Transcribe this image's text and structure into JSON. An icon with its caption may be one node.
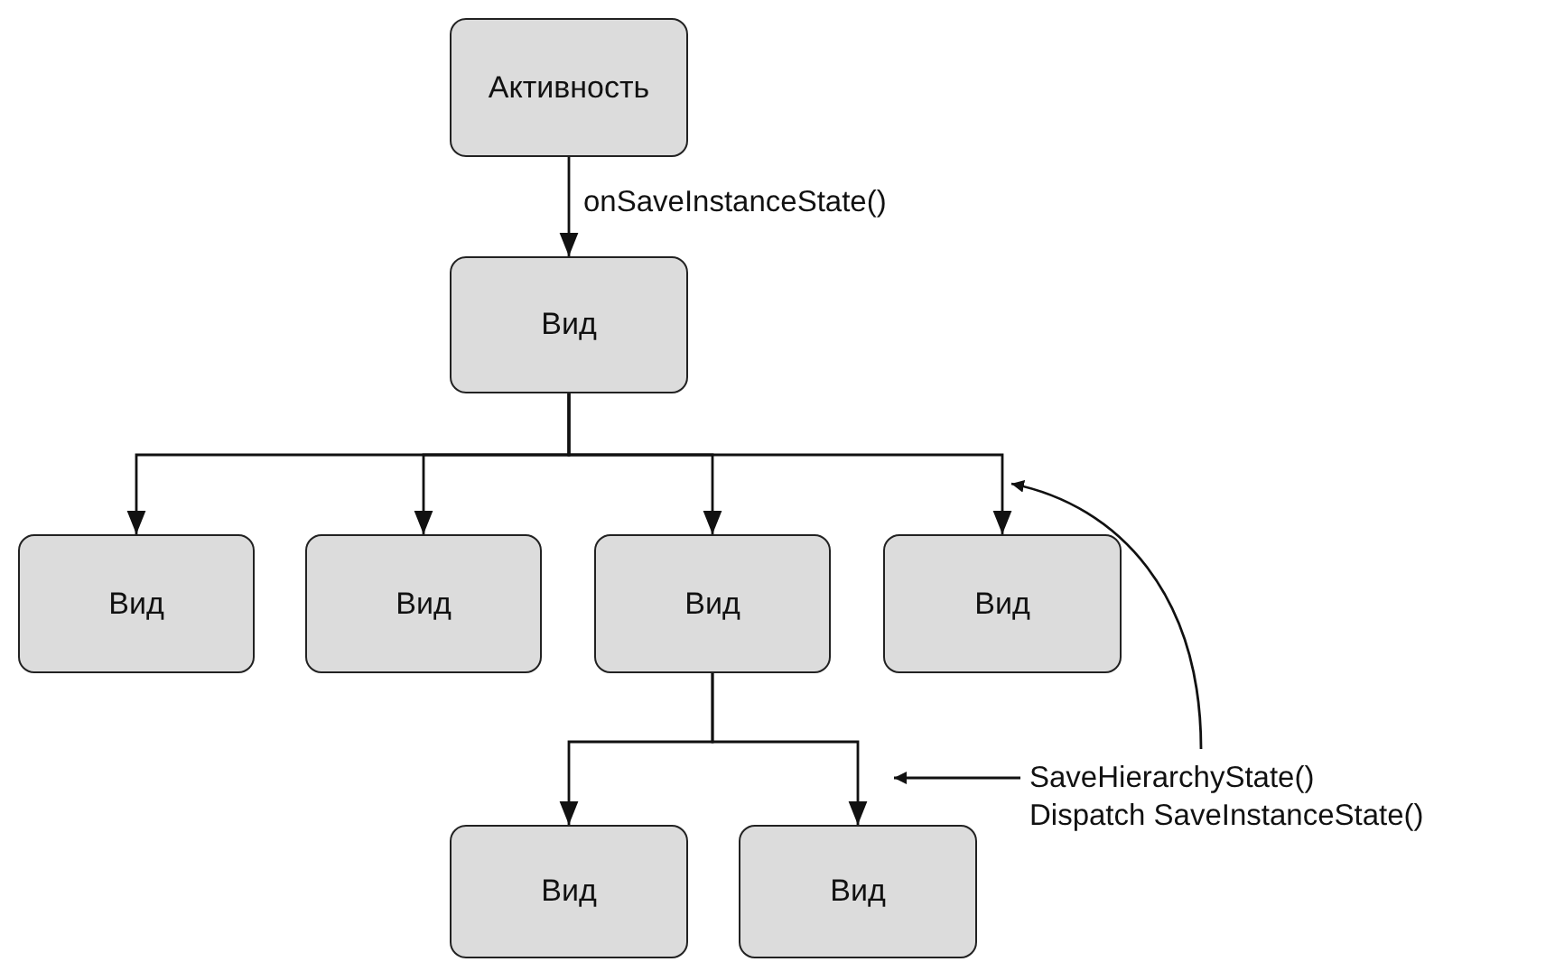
{
  "diagram": {
    "nodes": [
      {
        "text": [
          "Активность"
        ]
      },
      {
        "text": [
          "Вид"
        ]
      },
      {
        "text": [
          "Вид"
        ]
      },
      {
        "text": [
          "Вид"
        ]
      },
      {
        "text": [
          "Вид"
        ]
      },
      {
        "text": [
          "Вид"
        ]
      },
      {
        "text": [
          "Вид"
        ]
      },
      {
        "text": [
          "Вид"
        ]
      },
      {
        "text": [
          "SaveHierarchyState()",
          "Dispatch SaveInstanceState()"
        ]
      }
    ],
    "edges": [
      {
        "from": 0,
        "to": 1,
        "arrow": "to",
        "label": "onSaveInstanceState()"
      },
      {
        "from": 1,
        "to": 2,
        "arrow": "to"
      },
      {
        "from": 1,
        "to": 3,
        "arrow": "to"
      },
      {
        "from": 1,
        "to": 4,
        "arrow": "to"
      },
      {
        "from": 1,
        "to": 5,
        "arrow": "to"
      },
      {
        "from": 4,
        "to": 6,
        "arrow": "to"
      },
      {
        "from": 4,
        "to": 7,
        "arrow": "to"
      },
      {
        "from": 8,
        "to": null,
        "arrow": "to"
      },
      {
        "from": 8,
        "to": 7,
        "arrow": "to"
      }
    ]
  }
}
